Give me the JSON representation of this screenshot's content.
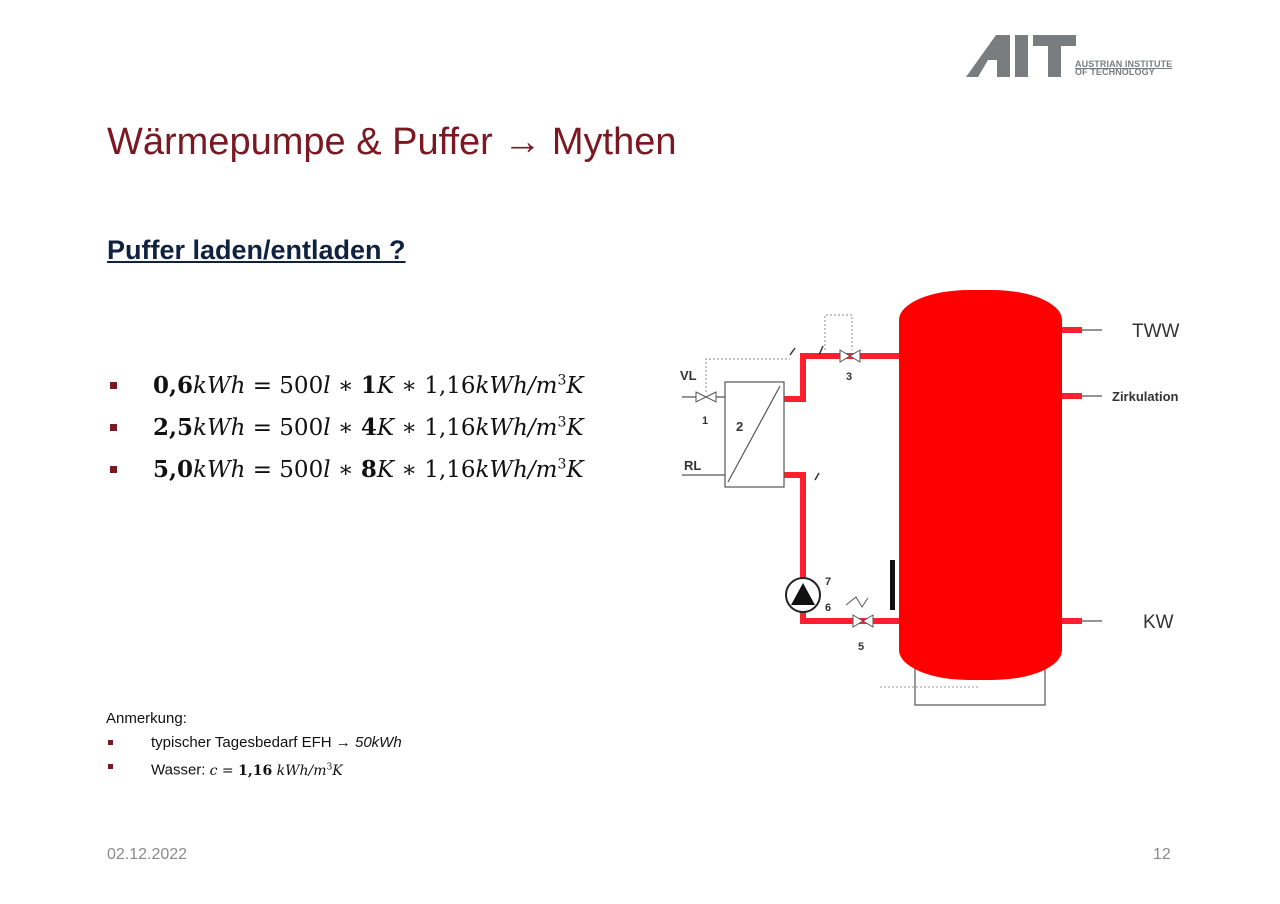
{
  "header": {
    "logo_line1": "AUSTRIAN INSTITUTE",
    "logo_line2": "OF TECHNOLOGY"
  },
  "slide": {
    "title": "Wärmepumpe & Puffer → Mythen",
    "subtitle": "Puffer laden/entladen ?"
  },
  "equations": [
    {
      "lhs": "0,6",
      "unit1": "kWh",
      "eq": " = 500",
      "l": "l",
      "star1": " ∗ ",
      "dt": "1",
      "k": "K",
      "star2": " ∗ 1,16",
      "unit2": "kWh/m",
      "exp": "3",
      "unit3": "K"
    },
    {
      "lhs": "2,5",
      "unit1": "kWh",
      "eq": " = 500",
      "l": "l",
      "star1": " ∗ ",
      "dt": "4",
      "k": "K",
      "star2": " ∗ 1,16",
      "unit2": "kWh/m",
      "exp": "3",
      "unit3": "K"
    },
    {
      "lhs": "5,0",
      "unit1": "kWh",
      "eq": " = 500",
      "l": "l",
      "star1": " ∗ ",
      "dt": "8",
      "k": "K",
      "star2": " ∗ 1,16",
      "unit2": "kWh/m",
      "exp": "3",
      "unit3": "K"
    }
  ],
  "notes": {
    "title": "Anmerkung:",
    "item1_text": "typischer Tagesbedarf EFH → ",
    "item1_value": "50kWh",
    "item2_text": "Wasser: ",
    "item2_c": "c",
    "item2_eq": " = ",
    "item2_value": "1,16",
    "item2_unit": " kWh/m",
    "item2_exp": "3",
    "item2_unit_end": "K"
  },
  "diagram": {
    "labels": {
      "tww": "TWW",
      "zirkulation": "Zirkulation",
      "kw": "KW",
      "vl": "VL",
      "rl": "RL",
      "n1": "1",
      "n2": "2",
      "n3": "3",
      "n5": "5",
      "n6": "6",
      "n7": "7"
    },
    "colors": {
      "tank": "#ff0000",
      "pipe": "#ff1f2f"
    }
  },
  "footer": {
    "date": "02.12.2022",
    "page": "12"
  }
}
